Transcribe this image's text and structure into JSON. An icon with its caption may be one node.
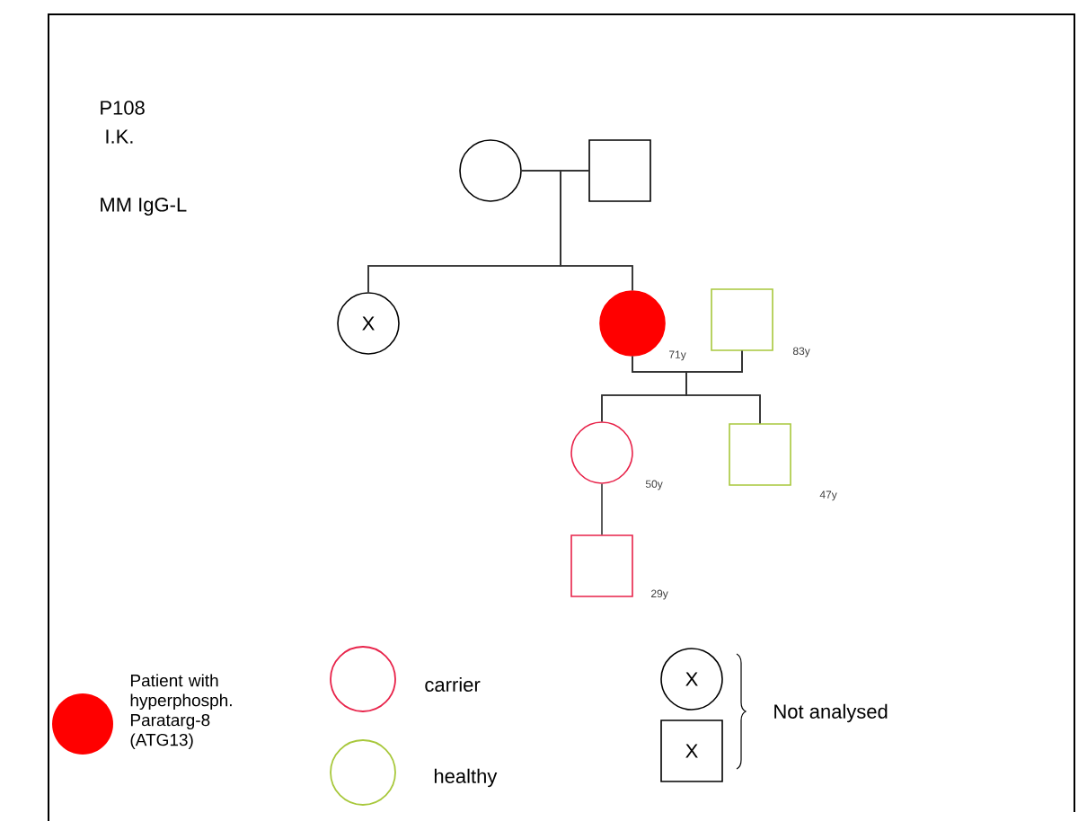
{
  "diagram": {
    "nodes": [
      {
        "text": [],
        "shape": "circle"
      },
      {
        "text": [],
        "shape": "box"
      },
      {
        "text": [
          "X"
        ]
      },
      {
        "text": [],
        "shape": "circle",
        "beside": [
          "71y"
        ]
      },
      {
        "text": [],
        "shape": "box",
        "beside": [
          "83y"
        ]
      },
      {
        "text": [],
        "shape": "circle",
        "beside": [
          "50y"
        ]
      },
      {
        "text": [],
        "shape": "box",
        "beside": [
          "47y"
        ]
      },
      {
        "text": [],
        "shape": "box",
        "beside": [
          "29y"
        ]
      },
      {
        "text": [
          "X"
        ]
      },
      {
        "text": [
          "X"
        ]
      }
    ],
    "edges": [
      {
        "from": 0,
        "to": 1,
        "arrow": "none"
      },
      {
        "from": 0,
        "to": 2,
        "arrow": "none"
      },
      {
        "from": 0,
        "to": 3,
        "arrow": "none"
      },
      {
        "from": 1,
        "to": 2,
        "arrow": "none"
      },
      {
        "from": 1,
        "to": 3,
        "arrow": "none"
      },
      {
        "from": 3,
        "to": 4,
        "arrow": "none"
      },
      {
        "from": 3,
        "to": 5,
        "arrow": "none"
      },
      {
        "from": 3,
        "to": 6,
        "arrow": "none"
      },
      {
        "from": 4,
        "to": 5,
        "arrow": "none"
      },
      {
        "from": 4,
        "to": 6,
        "arrow": "none"
      },
      {
        "from": 5,
        "to": 7,
        "arrow": "none"
      }
    ],
    "labels": [
      "P108",
      "I.K.",
      "MM  IgG-L"
    ],
    "legend": [
      {
        "text": "Patient with hyperphosph. Paratarg-8 (ATG13)",
        "color": "#ff0000"
      },
      {
        "text": "carrier",
        "color": "#e8234a"
      },
      {
        "text": "healthy",
        "color": "#a8c83c"
      },
      {
        "text": "Not analysed"
      }
    ]
  }
}
